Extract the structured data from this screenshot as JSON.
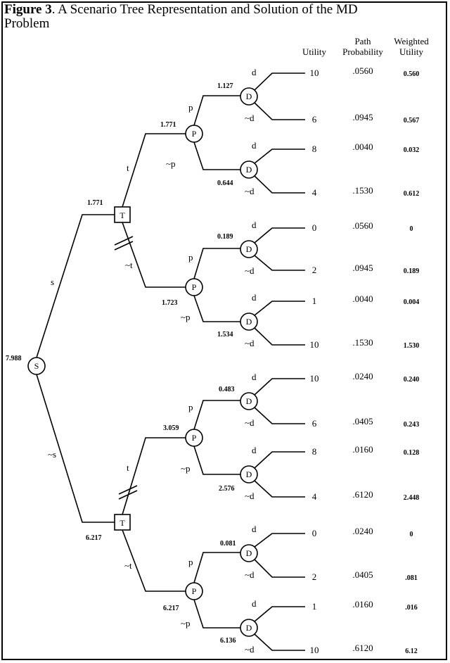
{
  "title": {
    "figure_label": "Figure 3",
    "text": ". A Scenario Tree Representation and Solution of the MD Problem"
  },
  "headers": {
    "utility": "Utility",
    "path_probability_1": "Path",
    "path_probability_2": "Probability",
    "weighted_utility_1": "Weighted",
    "weighted_utility_2": "Utility"
  },
  "root": {
    "symbol": "S",
    "value": "7.988"
  },
  "branch_labels": {
    "s": "s",
    "not_s": "~s",
    "t": "t",
    "not_t": "~t",
    "p": "p",
    "not_p": "~p",
    "d": "d",
    "not_d": "~d"
  },
  "node_symbols": {
    "test": "T",
    "presence": "P",
    "decision": "D"
  },
  "test_nodes": [
    {
      "id": "T1",
      "value": "1.771"
    },
    {
      "id": "T2",
      "value": "6.217"
    }
  ],
  "presence_nodes": [
    {
      "id": "P1",
      "value": "1.771"
    },
    {
      "id": "P2",
      "value": "1.723"
    },
    {
      "id": "P3",
      "value": "3.059"
    },
    {
      "id": "P4",
      "value": "6.217"
    }
  ],
  "decision_nodes": [
    {
      "id": "D1",
      "value": "1.127"
    },
    {
      "id": "D2",
      "value": "0.644"
    },
    {
      "id": "D3",
      "value": "0.189"
    },
    {
      "id": "D4",
      "value": "1.534"
    },
    {
      "id": "D5",
      "value": "0.483"
    },
    {
      "id": "D6",
      "value": "2.576"
    },
    {
      "id": "D7",
      "value": "0.081"
    },
    {
      "id": "D8",
      "value": "6.136"
    }
  ],
  "leaves": [
    {
      "utility": "10",
      "probability": ".0560",
      "weighted": "0.560"
    },
    {
      "utility": "6",
      "probability": ".0945",
      "weighted": "0.567"
    },
    {
      "utility": "8",
      "probability": ".0040",
      "weighted": "0.032"
    },
    {
      "utility": "4",
      "probability": ".1530",
      "weighted": "0.612"
    },
    {
      "utility": "0",
      "probability": ".0560",
      "weighted": "0"
    },
    {
      "utility": "2",
      "probability": ".0945",
      "weighted": "0.189"
    },
    {
      "utility": "1",
      "probability": ".0040",
      "weighted": "0.004"
    },
    {
      "utility": "10",
      "probability": ".1530",
      "weighted": "1.530"
    },
    {
      "utility": "10",
      "probability": ".0240",
      "weighted": "0.240"
    },
    {
      "utility": "6",
      "probability": ".0405",
      "weighted": "0.243"
    },
    {
      "utility": "8",
      "probability": ".0160",
      "weighted": "0.128"
    },
    {
      "utility": "4",
      "probability": ".6120",
      "weighted": "2.448"
    },
    {
      "utility": "0",
      "probability": ".0240",
      "weighted": "0"
    },
    {
      "utility": "2",
      "probability": ".0405",
      "weighted": ".081"
    },
    {
      "utility": "1",
      "probability": ".0160",
      "weighted": ".016"
    },
    {
      "utility": "10",
      "probability": ".6120",
      "weighted": "6.12"
    }
  ]
}
